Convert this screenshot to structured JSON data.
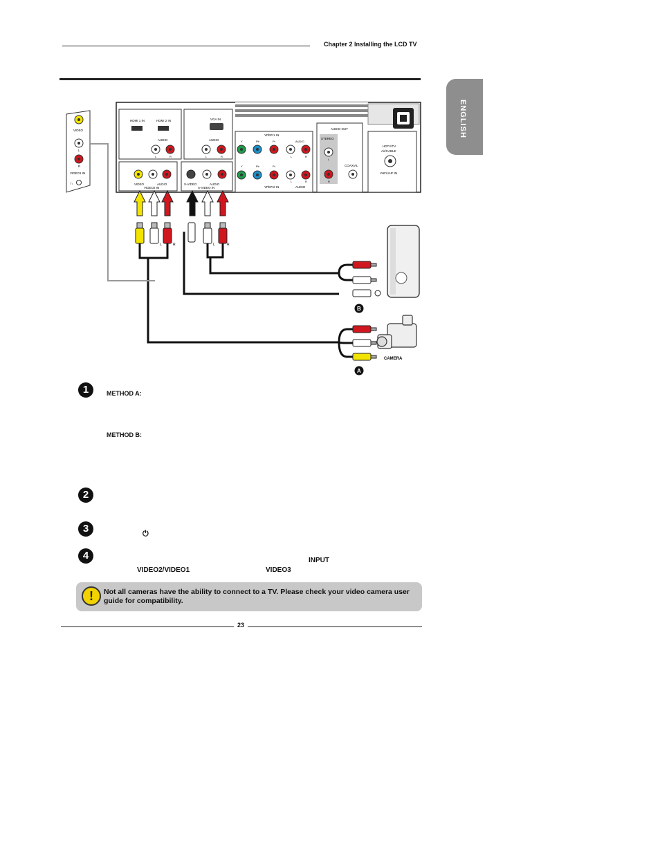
{
  "header": {
    "chapter": "Chapter 2 Installing the LCD TV"
  },
  "side_tab": {
    "label": "ENGLISH"
  },
  "diagram": {
    "side_panel": {
      "video": "VIDEO",
      "l": "L",
      "r": "R",
      "video1_in": "VIDEO1 IN"
    },
    "back_panel": {
      "hdmi1": "HDMI 1 IN",
      "hdmi2": "HDMI 2 IN",
      "vga": "VGA IN",
      "audio": "AUDIO",
      "l": "L",
      "r": "R",
      "ypbpr1": "YPbPr1 IN",
      "ypbpr2": "YPbPr2 IN",
      "y": "Y",
      "pb": "Pb",
      "pr": "Pr",
      "audio_out": "AUDIO OUT",
      "stereo": "STEREO",
      "coaxial": "COAXIAL",
      "hdtv": "HDTV/TV",
      "air_cable": "Air/CABLE",
      "vhf_uhf": "VHF/UHF IN",
      "video": "VIDEO",
      "video2_in": "VIDEO2 IN",
      "svideo": "S-VIDEO",
      "svideo_in": "S-VIDEO IN"
    },
    "plug_labels": {
      "l": "L",
      "r": "R"
    },
    "device_a": "A",
    "device_b": "B",
    "camera": "CAMERA"
  },
  "steps": [
    {
      "num": "1",
      "method_a": "METHOD A:",
      "method_b": "METHOD B:"
    },
    {
      "num": "2"
    },
    {
      "num": "3",
      "power_symbol": "⏻"
    },
    {
      "num": "4",
      "input": "INPUT",
      "video21": "VIDEO2/VIDEO1",
      "video3": "VIDEO3"
    }
  ],
  "note": {
    "icon": "exclamation-icon",
    "text": "Not all cameras have the ability to connect to a TV. Please check your video camera user guide for compatibility."
  },
  "footer": {
    "page": "23"
  },
  "colors": {
    "tab_gray": "#8e8e8e",
    "note_gray": "#c8c8c8",
    "yellow": "#f2e400",
    "red": "#d0161e",
    "white": "#ffffff",
    "green": "#1f9a4c",
    "blue": "#1b8fc9"
  }
}
